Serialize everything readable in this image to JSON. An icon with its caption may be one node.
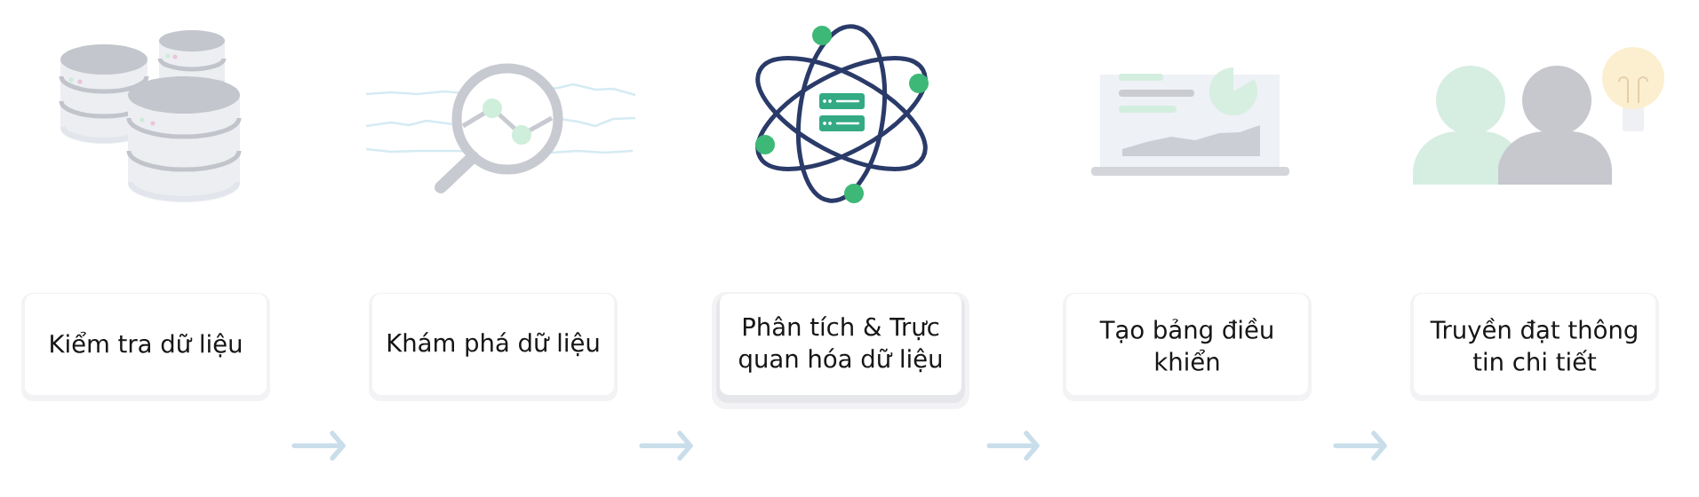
{
  "diagram": {
    "nodes": [
      {
        "text": [
          "Kiểm tra dữ liệu"
        ]
      },
      {
        "text": [
          "Khám phá dữ liệu"
        ]
      },
      {
        "text": [
          "Phân tích & Trực quan hóa dữ liệu"
        ]
      },
      {
        "text": [
          "Tạo bảng điều khiển"
        ]
      },
      {
        "text": [
          "Truyền đạt thông tin chi tiết"
        ]
      }
    ],
    "edges": [
      {
        "from": 0,
        "to": 1,
        "arrow": "to"
      },
      {
        "from": 1,
        "to": 2,
        "arrow": "to"
      },
      {
        "from": 2,
        "to": 3,
        "arrow": "to"
      },
      {
        "from": 3,
        "to": 4,
        "arrow": "to"
      }
    ]
  }
}
